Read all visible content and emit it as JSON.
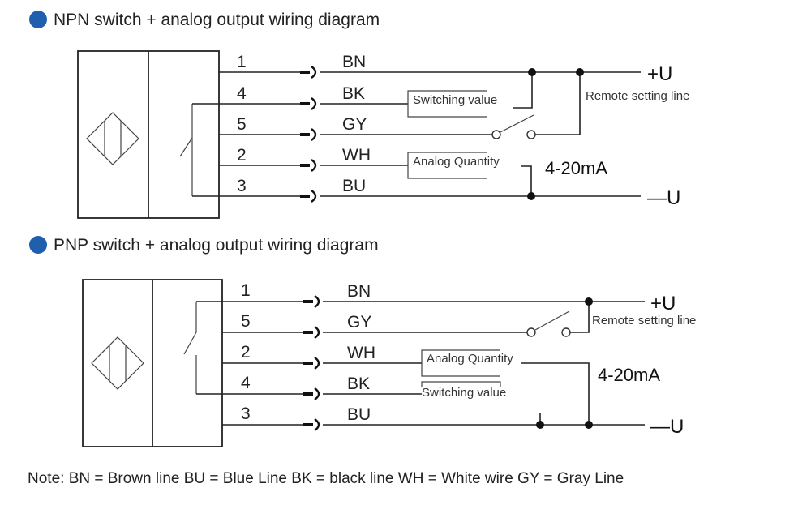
{
  "bullet_color": "#1f5fad",
  "npn": {
    "title": "NPN switch + analog output wiring diagram",
    "pins": [
      {
        "num": "1",
        "code": "BN"
      },
      {
        "num": "4",
        "code": "BK"
      },
      {
        "num": "5",
        "code": "GY"
      },
      {
        "num": "2",
        "code": "WH"
      },
      {
        "num": "3",
        "code": "BU"
      }
    ],
    "switching_label": "Switching value",
    "analog_label": "Analog Quantity",
    "remote_label": "Remote setting line",
    "current_label": "4-20mA",
    "plus": "+U",
    "minus": "—U"
  },
  "pnp": {
    "title": "PNP switch + analog output wiring diagram",
    "pins": [
      {
        "num": "1",
        "code": "BN"
      },
      {
        "num": "5",
        "code": "GY"
      },
      {
        "num": "2",
        "code": "WH"
      },
      {
        "num": "4",
        "code": "BK"
      },
      {
        "num": "3",
        "code": "BU"
      }
    ],
    "switching_label": "Switching value",
    "analog_label": "Analog Quantity",
    "remote_label": "Remote setting line",
    "current_label": "4-20mA",
    "plus": "+U",
    "minus": "—U"
  },
  "note": "Note: BN = Brown line BU = Blue Line BK = black line WH = White wire GY = Gray Line"
}
